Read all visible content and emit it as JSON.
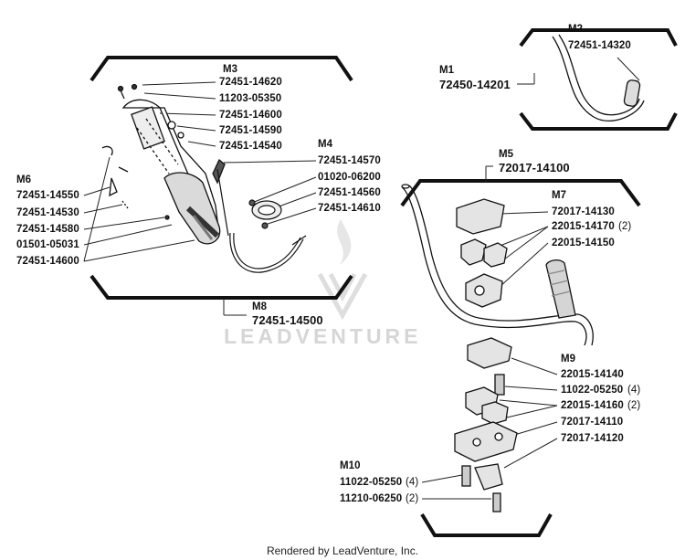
{
  "watermark": "LEADVENTURE",
  "footer": "Rendered by LeadVenture, Inc.",
  "labels": {
    "m3": "M3",
    "p14620": "72451-14620",
    "p05350": "11203-05350",
    "p14600": "72451-14600",
    "p14590": "72451-14590",
    "p14540": "72451-14540",
    "m4": "M4",
    "p14570": "72451-14570",
    "p06200": "01020-06200",
    "p14560": "72451-14560",
    "p14610": "72451-14610",
    "m6": "M6",
    "p14550": "72451-14550",
    "p14530": "72451-14530",
    "p14580": "72451-14580",
    "p05031": "01501-05031",
    "p14600b": "72451-14600",
    "m8": "M8",
    "m8num": "72451-14500",
    "m1": "M1",
    "m1num": "72450-14201",
    "m2": "M2",
    "p14320": "72451-14320",
    "m5": "M5",
    "m5num": "72017-14100",
    "m7": "M7",
    "p14130": "72017-14130",
    "p14170": "22015-14170",
    "q14170": "(2)",
    "p14150": "22015-14150",
    "m9": "M9",
    "p14140": "22015-14140",
    "p05250": "11022-05250",
    "q05250": "(4)",
    "p14160": "22015-14160",
    "q14160": "(2)",
    "p14110": "72017-14110",
    "p14120": "72017-14120",
    "m10": "M10",
    "p05250b": "11022-05250",
    "q05250b": "(4)",
    "p06250": "11210-06250",
    "q06250": "(2)"
  }
}
